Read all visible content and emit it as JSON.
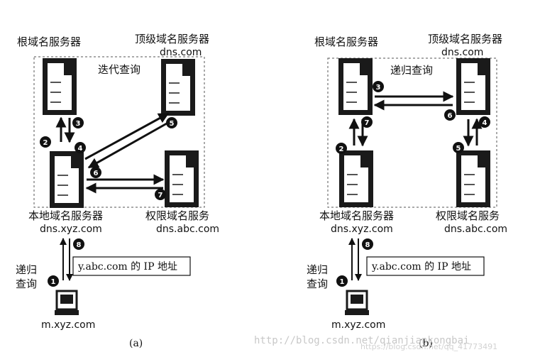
{
  "panel_a": {
    "root_server": "根域名服务器",
    "tld_server": "顶级域名服务器",
    "tld_domain": "dns.com",
    "mode_label": "迭代查询",
    "local_server": "本地域名服务器",
    "local_domain": "dns.xyz.com",
    "auth_server": "权限域名服务",
    "auth_domain": "dns.abc.com",
    "recursive_label_1": "递归",
    "recursive_label_2": "查询",
    "answer_box": "y.abc.com 的 IP 地址",
    "host_domain": "m.xyz.com",
    "caption": "(a)",
    "steps": [
      "1",
      "2",
      "3",
      "4",
      "5",
      "6",
      "7",
      "8"
    ]
  },
  "panel_b": {
    "root_server": "根域名服务器",
    "tld_server": "顶级域名服务器",
    "tld_domain": "dns.com",
    "mode_label": "递归查询",
    "local_server": "本地域名服务器",
    "local_domain": "dns.xyz.com",
    "auth_server": "权限域名服务",
    "auth_domain": "dns.abc.com",
    "recursive_label_1": "递归",
    "recursive_label_2": "查询",
    "answer_box": "y.abc.com 的 IP 地址",
    "host_domain": "m.xyz.com",
    "caption": "(b)",
    "steps": [
      "1",
      "2",
      "3",
      "4",
      "5",
      "6",
      "7",
      "8"
    ]
  },
  "watermark": {
    "url": "http://blog.csdn.net/qianjiankongbai",
    "handle": "https://blog.csdn.net/qq_41773491"
  }
}
